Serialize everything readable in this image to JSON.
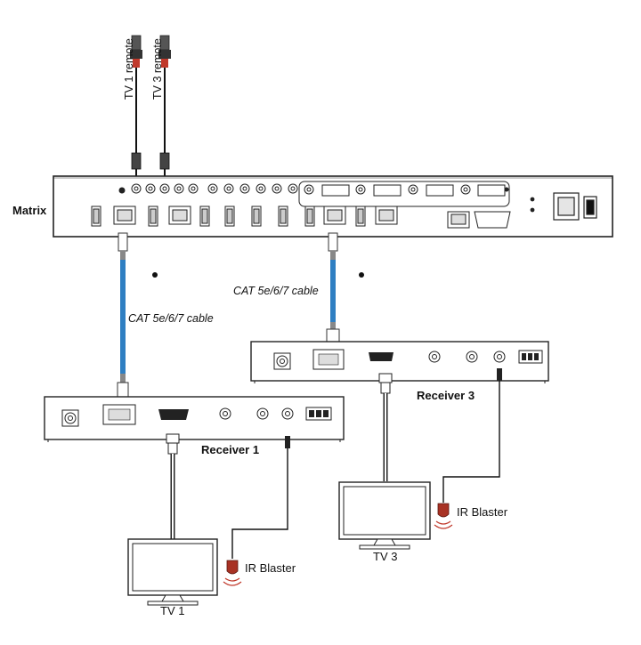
{
  "labels": {
    "matrix": "Matrix",
    "tv1_remote": "TV 1 remote",
    "tv3_remote": "TV 3 remote",
    "cable_left": "CAT 5e/6/7 cable",
    "cable_right": "CAT 5e/6/7 cable",
    "receiver1": "Receiver 1",
    "receiver3": "Receiver 3",
    "ir_blaster_left": "IR Blaster",
    "ir_blaster_right": "IR Blaster",
    "tv1": "TV 1",
    "tv3": "TV 3"
  },
  "colors": {
    "cable_blue": "#2f7fc2",
    "ir_red": "#c0392b",
    "device_fill": "#ffffff",
    "outline": "#222222"
  }
}
